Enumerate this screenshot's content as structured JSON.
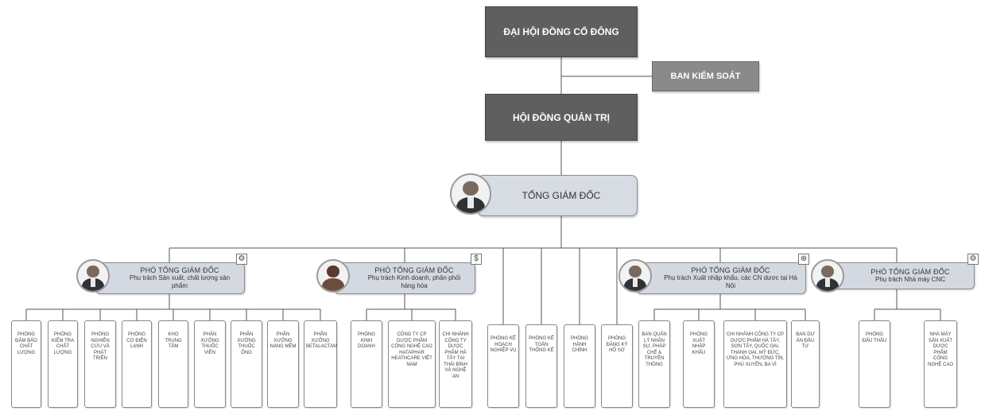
{
  "top": {
    "shareholders": "ĐẠI HỘI ĐỒNG CỔ ĐÔNG",
    "supervisory": "BAN KIỂM SOÁT",
    "board": "HỘI ĐỒNG QUẢN TRỊ",
    "ceo": "TỔNG GIÁM ĐỐC"
  },
  "vps": [
    {
      "title": "PHÓ TỔNG GIÁM ĐỐC",
      "desc": "Phụ trách Sản xuất, chất lượng sản phẩm",
      "icon": "gear-icon",
      "glyph": "⚙"
    },
    {
      "title": "PHÓ TỔNG GIÁM ĐỐC",
      "desc": "Phụ trách Kinh doanh, phân phối hàng hóa",
      "icon": "dollar-icon",
      "glyph": "$"
    },
    {
      "title": "PHÓ TỔNG GIÁM ĐỐC",
      "desc": "Phụ trách Xuất nhập khẩu, các CN dược tại Hà Nội",
      "icon": "globe-icon",
      "glyph": "⊕"
    },
    {
      "title": "PHÓ TỔNG GIÁM ĐỐC",
      "desc": "Phụ trách Nhà máy CNC",
      "icon": "gear-icon",
      "glyph": "⚙"
    }
  ],
  "groups": {
    "production": [
      "PHÒNG ĐẢM BẢO CHẤT LƯỢNG",
      "PHÒNG KIỂM TRA CHẤT LƯỢNG",
      "PHÒNG NGHIÊN CỨU VÀ PHÁT TRIỂN",
      "PHÒNG CƠ ĐIỆN LẠNH",
      "KHO TRUNG TÂM",
      "PHÂN XƯỞNG THUỐC VIÊN",
      "PHÂN XƯỞNG THUỐC ỐNG",
      "PHÂN XƯỞNG NANG MỀM",
      "PHÂN XƯỞNG BETALACTAM"
    ],
    "sales": [
      "PHÒNG KINH DOANH",
      "CÔNG TY CP DƯỢC PHẨM CÔNG NGHỆ CAO HATAPHAR HEATHCARE VIỆT NAM",
      "CHI NHÁNH CÔNG TY DƯỢC PHẨM HÀ TÂY TẠI THÁI BÌNH VÀ NGHỆ AN"
    ],
    "ceo_direct": [
      "PHÒNG KẾ HOẠCH NGHIỆP VỤ",
      "PHÒNG KẾ TOÁN THỐNG KÊ",
      "PHÒNG HÀNH CHÍNH",
      "PHÒNG ĐĂNG KÝ HỒ SƠ"
    ],
    "import_export": [
      "BAN QUẢN LÝ NHÂN SỰ, PHÁP CHẾ & TRUYỀN THÔNG",
      "PHÒNG XUẤT NHẬP KHẨU",
      "CHI NHÁNH CÔNG TY CP DƯỢC PHẨM HÀ TÂY, SƠN TÂY, QUỐC OAI, THANH OAI, MỸ ĐỨC, ỨNG HÒA, THƯỜNG TÍN, PHÚ XUYÊN, BA VÌ",
      "BAN DỰ ÁN ĐẦU TƯ"
    ],
    "cnc": [
      "PHÒNG ĐẤU THẦU",
      "NHÀ MÁY SẢN XUẤT DƯỢC PHẨM CÔNG NGHỆ CAO"
    ]
  }
}
